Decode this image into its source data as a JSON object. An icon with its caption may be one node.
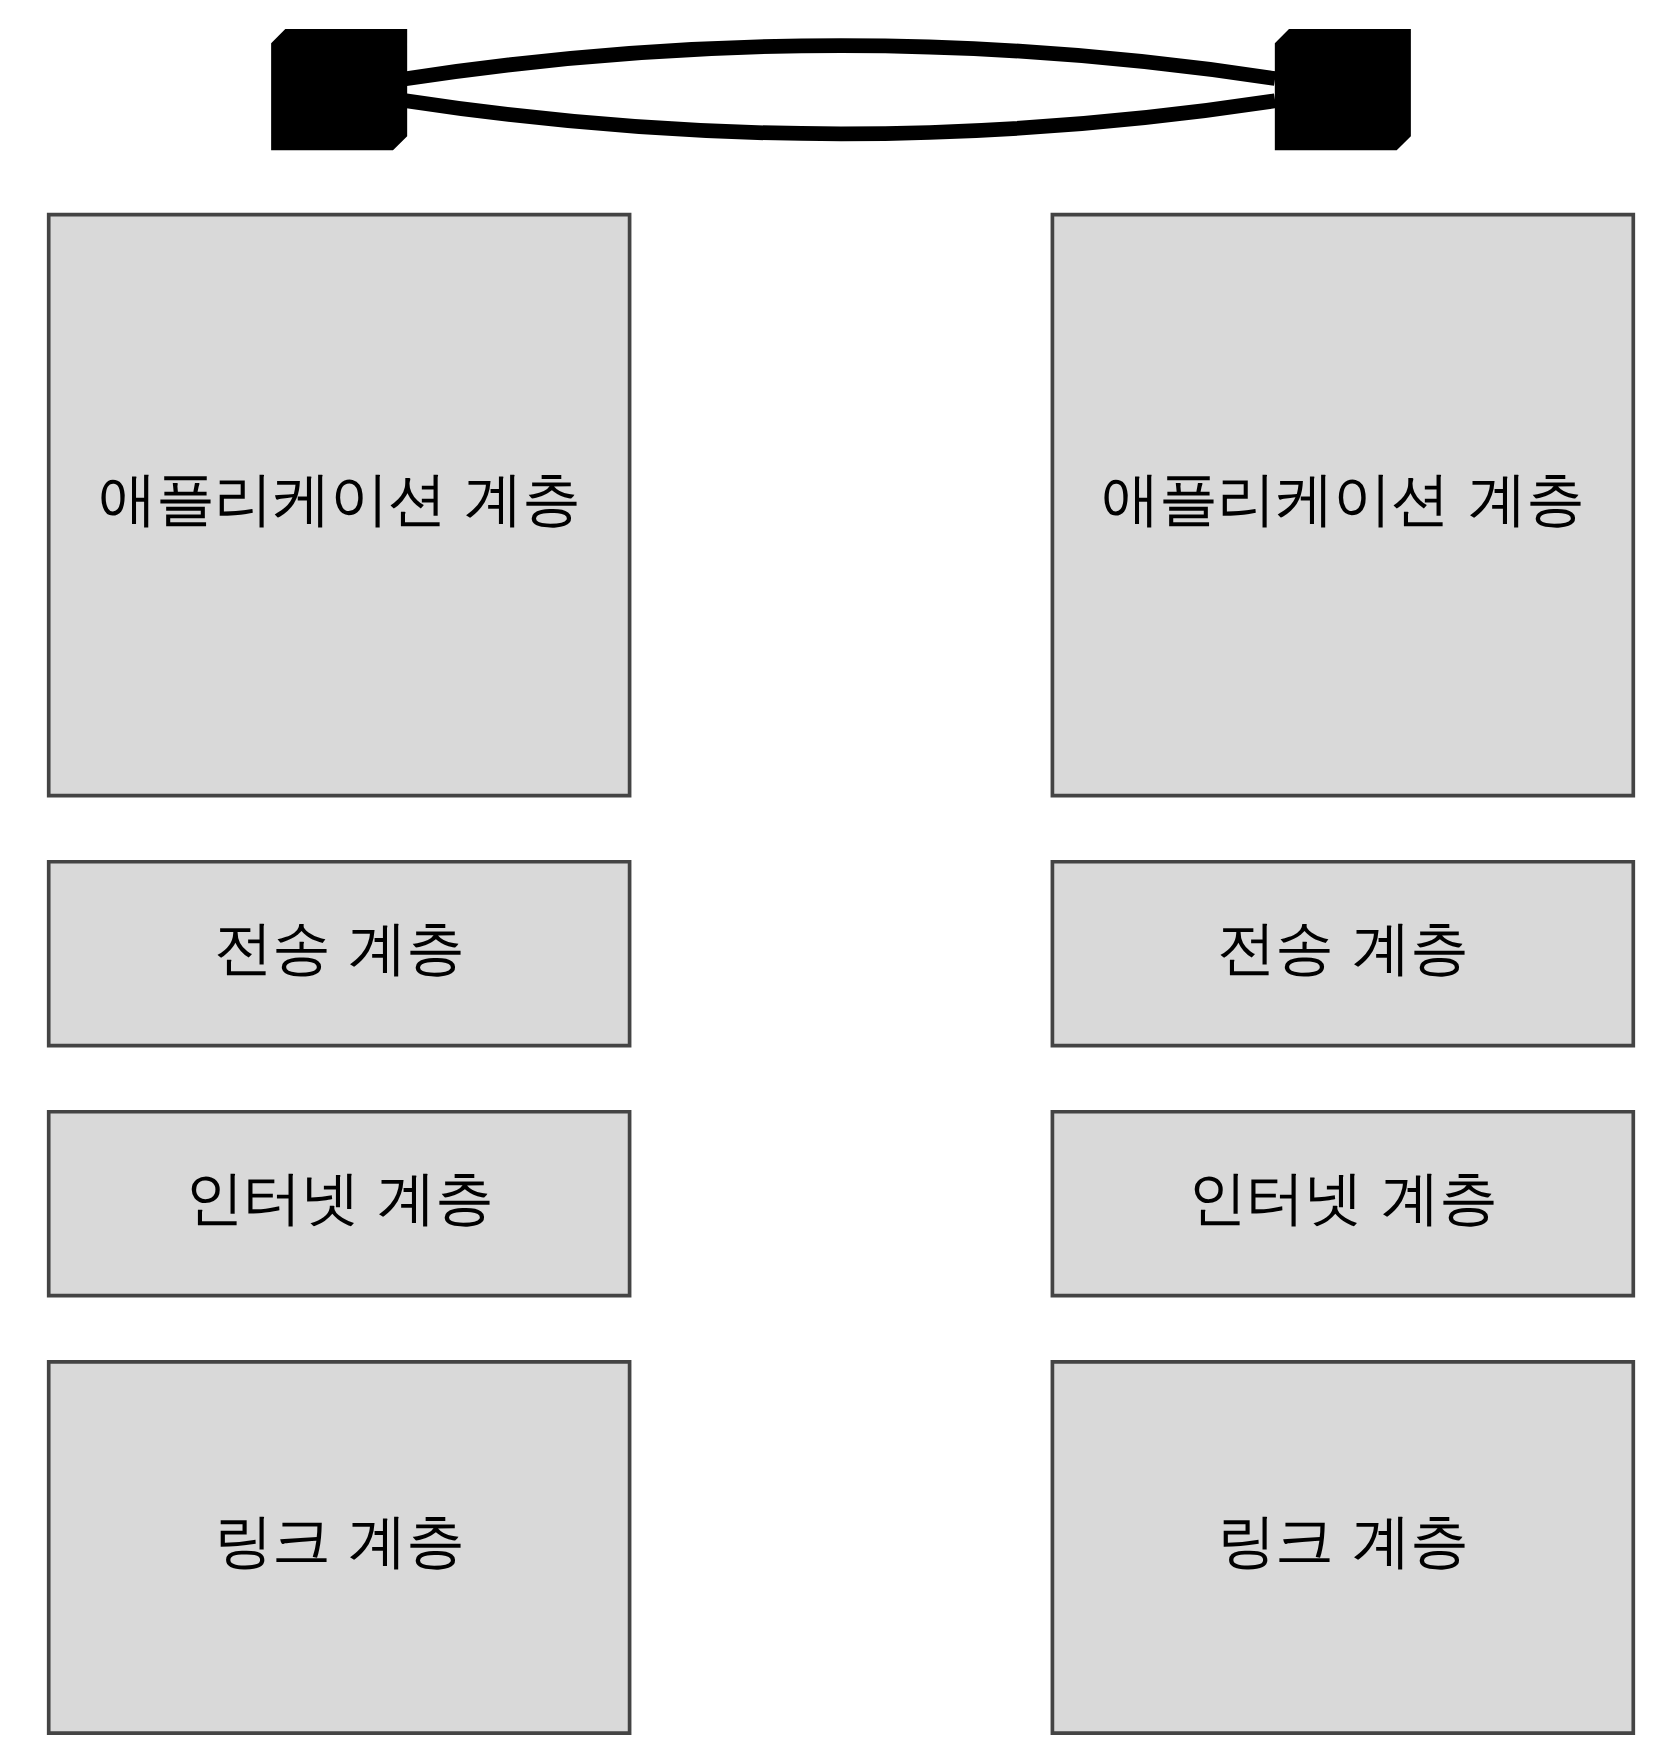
{
  "diagram": {
    "nodes": [
      {
        "text": [],
        "shape": "computer"
      },
      {
        "text": [
          "애플리케이션 계층"
        ]
      },
      {
        "text": [
          "전송 계층"
        ]
      },
      {
        "text": [
          "인터넷 계층"
        ]
      },
      {
        "text": [
          "링크 계층"
        ]
      },
      {
        "text": [],
        "shape": "computer"
      },
      {
        "text": [
          "애플리케이션 계층"
        ]
      },
      {
        "text": [
          "전송 계층"
        ]
      },
      {
        "text": [
          "인터넷 계층"
        ]
      },
      {
        "text": [
          "링크 계층"
        ]
      }
    ],
    "edges": [
      {
        "from": 0,
        "to": 5,
        "arrow": "none"
      },
      {
        "from": 0,
        "to": 5,
        "arrow": "none"
      }
    ]
  }
}
